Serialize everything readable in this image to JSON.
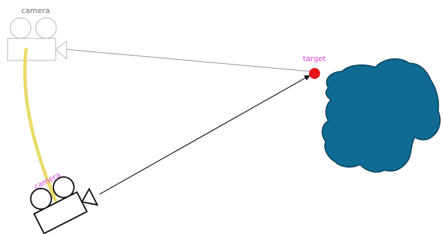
{
  "labels": {
    "camera_original": "camera",
    "camera_moved": "camera",
    "target": "target"
  },
  "colors": {
    "background": "#ffffff",
    "faded_camera": "#9a9a9a",
    "moved_camera": "#111111",
    "target_dot": "#e8151b",
    "label_magenta": "#e040e0",
    "label_grey": "#6b6b78",
    "motion_arrow": "#e8d85a",
    "blob_fill": "#0f6b93",
    "blob_stroke": "#0a3f56",
    "sightline_faded": "#8c8c8c",
    "sightline_active": "#111111"
  },
  "icons": {
    "original_camera": "video-camera-icon",
    "moved_camera": "video-camera-icon",
    "target": "target-dot-icon",
    "object": "blob-shape"
  }
}
